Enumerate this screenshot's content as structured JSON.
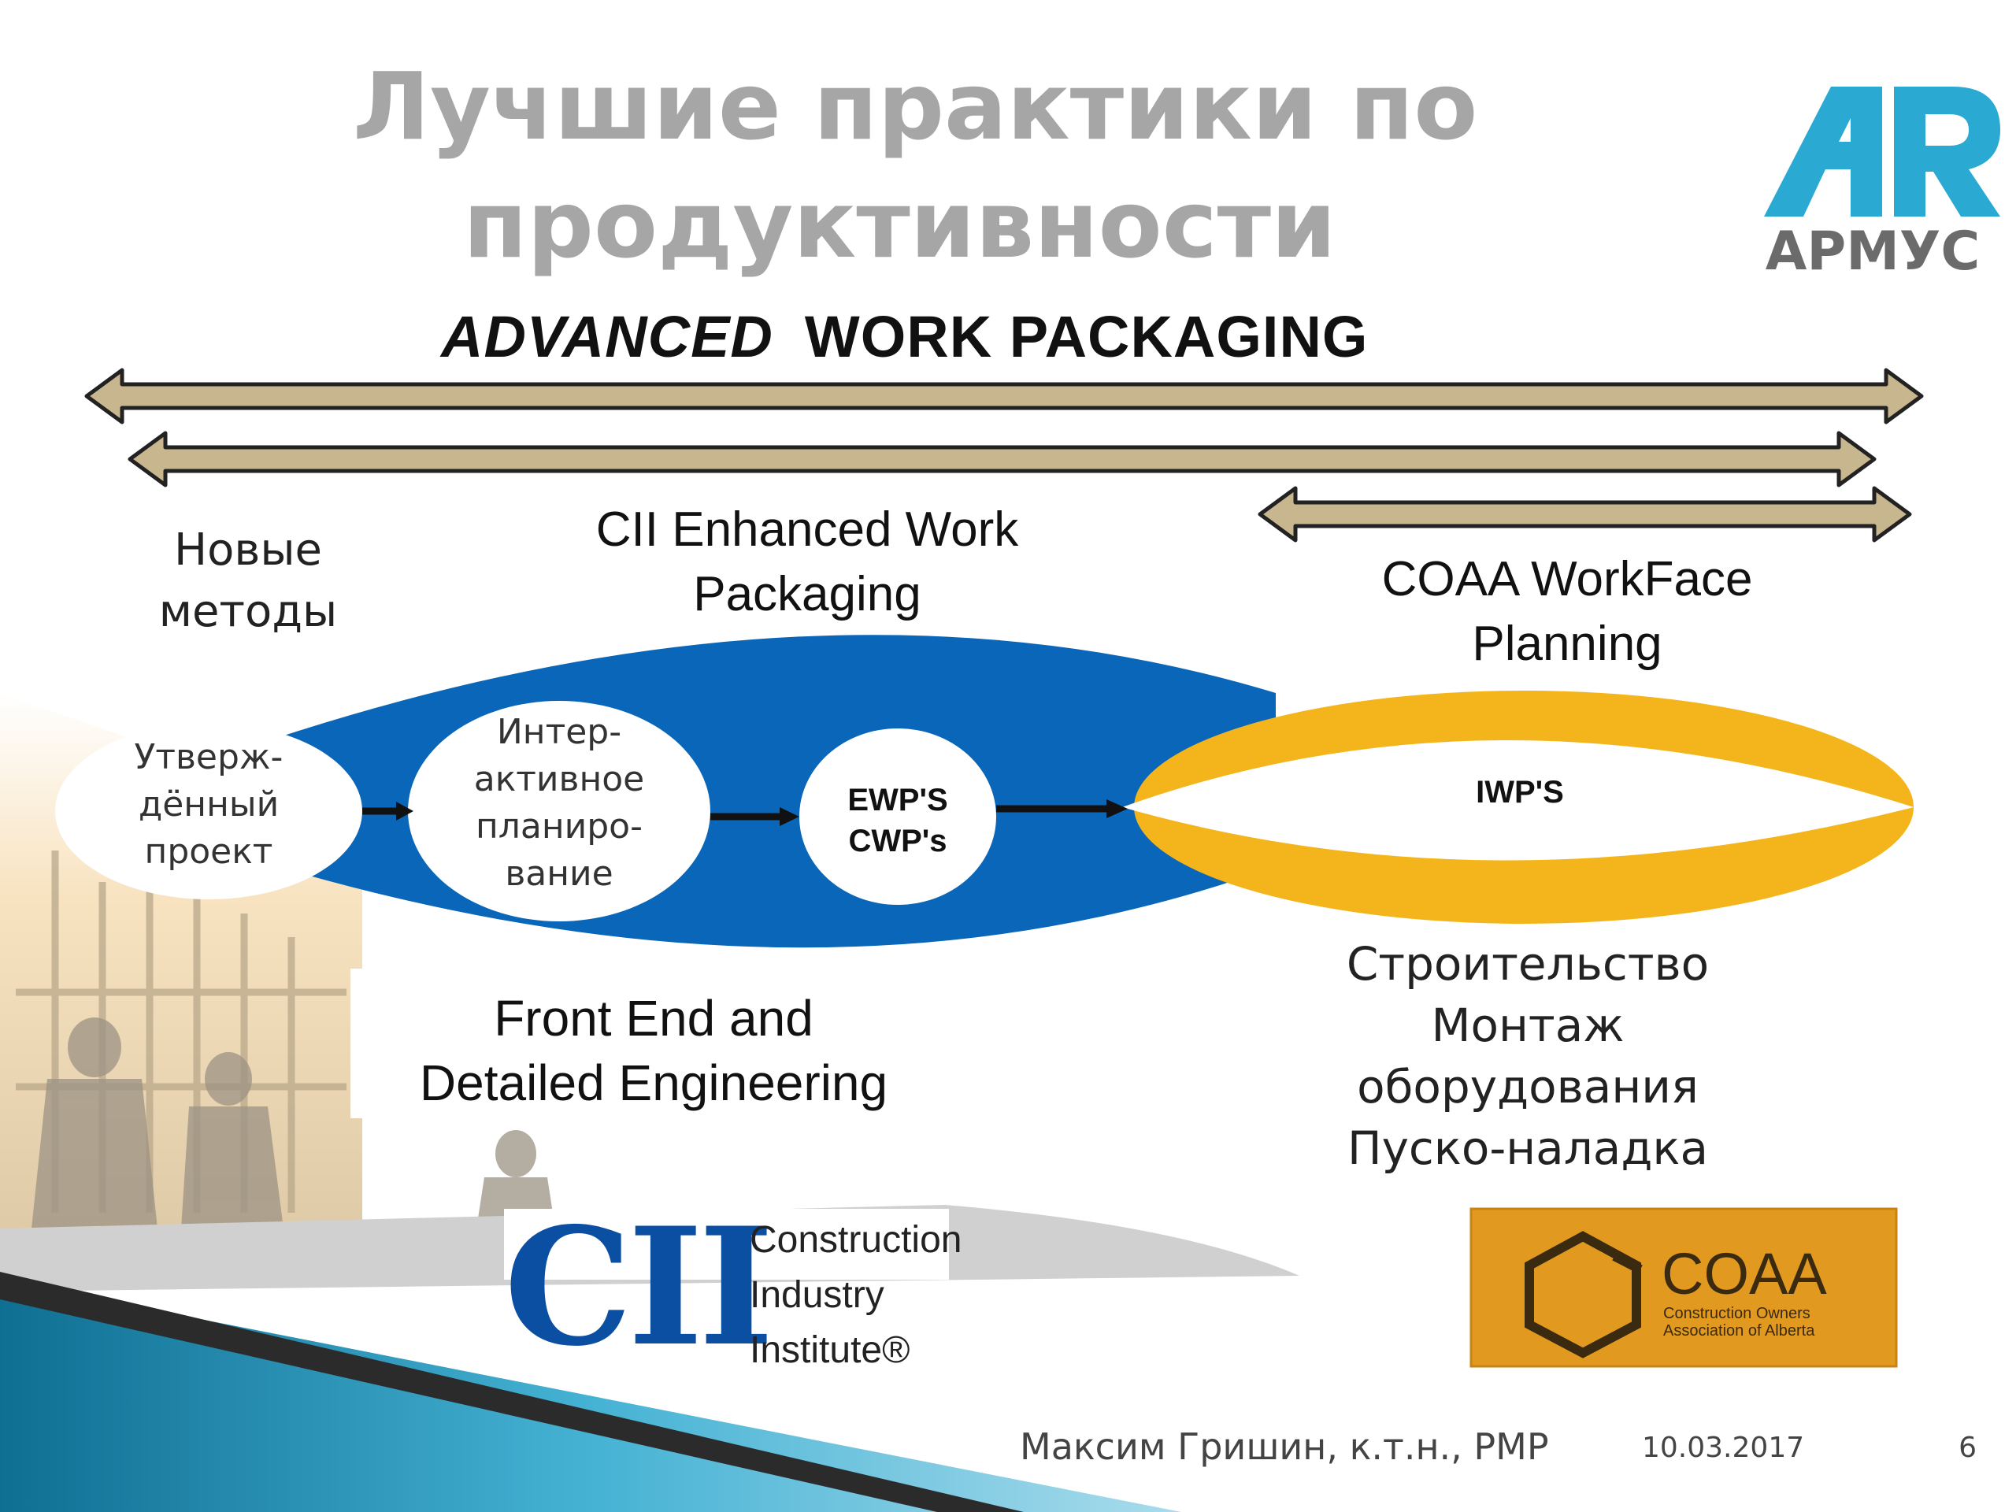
{
  "slide": {
    "title_line1": "Лучшие практики по",
    "title_line2": "продуктивности",
    "logo": {
      "letters": "AR",
      "name": "АРМУС"
    }
  },
  "banner": {
    "word1": "ADVANCED",
    "word2": "WORK PACKAGING"
  },
  "labels": {
    "new_methods": [
      "Новые",
      "методы"
    ],
    "cii_enhanced": [
      "CII Enhanced Work",
      "Packaging"
    ],
    "coaa_workface": [
      "COAA WorkFace",
      "Planning"
    ],
    "front_end": [
      "Front End and",
      "Detailed Engineering"
    ],
    "construction": [
      "Строительство",
      "Монтаж",
      "оборудования",
      "Пуско-наладка"
    ]
  },
  "nodes": {
    "approved": [
      "Утверж-",
      "дённый",
      "проект"
    ],
    "interactive": [
      "Интер-",
      "активное",
      "планиро-",
      "вание"
    ],
    "ewp": [
      "EWP'S",
      "CWP's"
    ],
    "iwp": "IWP'S"
  },
  "logos": {
    "cii": {
      "mark": "CII",
      "lines": [
        "Construction",
        "Industry",
        "Institute®"
      ]
    },
    "coaa": {
      "mark": "COAA",
      "sub": [
        "Construction Owners",
        "Association of Alberta"
      ]
    }
  },
  "footer": {
    "author": "Максим Гришин, к.т.н., PMP",
    "date": "10.03.2017",
    "page": "6"
  },
  "colors": {
    "blue": "#0a66b8",
    "gold": "#f3b51b",
    "arrow_fill": "#c7b68e",
    "title_gray": "#a6a6a6",
    "logo_teal": "#2aa9d2"
  }
}
